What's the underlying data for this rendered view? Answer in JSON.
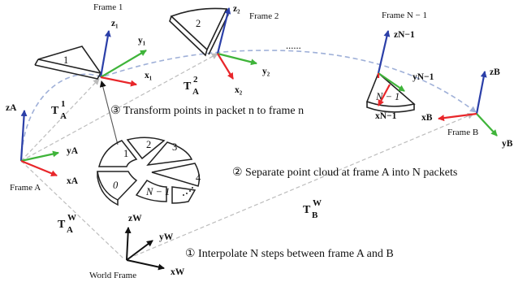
{
  "frames": {
    "frame_1": "Frame 1",
    "frame_2": "Frame 2",
    "frame_n1": "Frame N − 1",
    "frame_a": "Frame A",
    "frame_b": "Frame B",
    "world": "World Frame",
    "dots": "......"
  },
  "axes": {
    "z1": "z₁",
    "y1": "y₁",
    "x1": "x₁",
    "z2": "z₂",
    "y2": "y₂",
    "x2": "x₂",
    "zn1": "zN−1",
    "yn1": "yN−1",
    "xn1": "xN−1",
    "zA": "zA",
    "yA": "yA",
    "xA": "xA",
    "zB": "zB",
    "yB": "yB",
    "xB": "xB",
    "zW": "zW",
    "yW": "yW",
    "xW": "xW"
  },
  "transforms": {
    "TA1": "T",
    "TA1_sup": "1",
    "TA1_sub": "A",
    "TA2": "T",
    "TA2_sup": "2",
    "TA2_sub": "A",
    "TAW": "T",
    "TAW_sup": "W",
    "TAW_sub": "A",
    "TBW": "T",
    "TBW_sup": "W",
    "TBW_sub": "B"
  },
  "steps": {
    "step1": "① Interpolate N steps between frame A and B",
    "step2": "② Separate point cloud at frame A into N packets",
    "step3": "③ Transform points in packet n to frame n"
  },
  "packets": {
    "p0": "0",
    "p1": "1",
    "p2": "2",
    "p3": "3",
    "p4": "4",
    "pn1": "N − 1"
  },
  "colors": {
    "x_axis": "#e8262a",
    "y_axis": "#3fb43a",
    "z_axis": "#2b3fa8",
    "path": "#9fb0d8",
    "link": "#b8b8b8"
  }
}
